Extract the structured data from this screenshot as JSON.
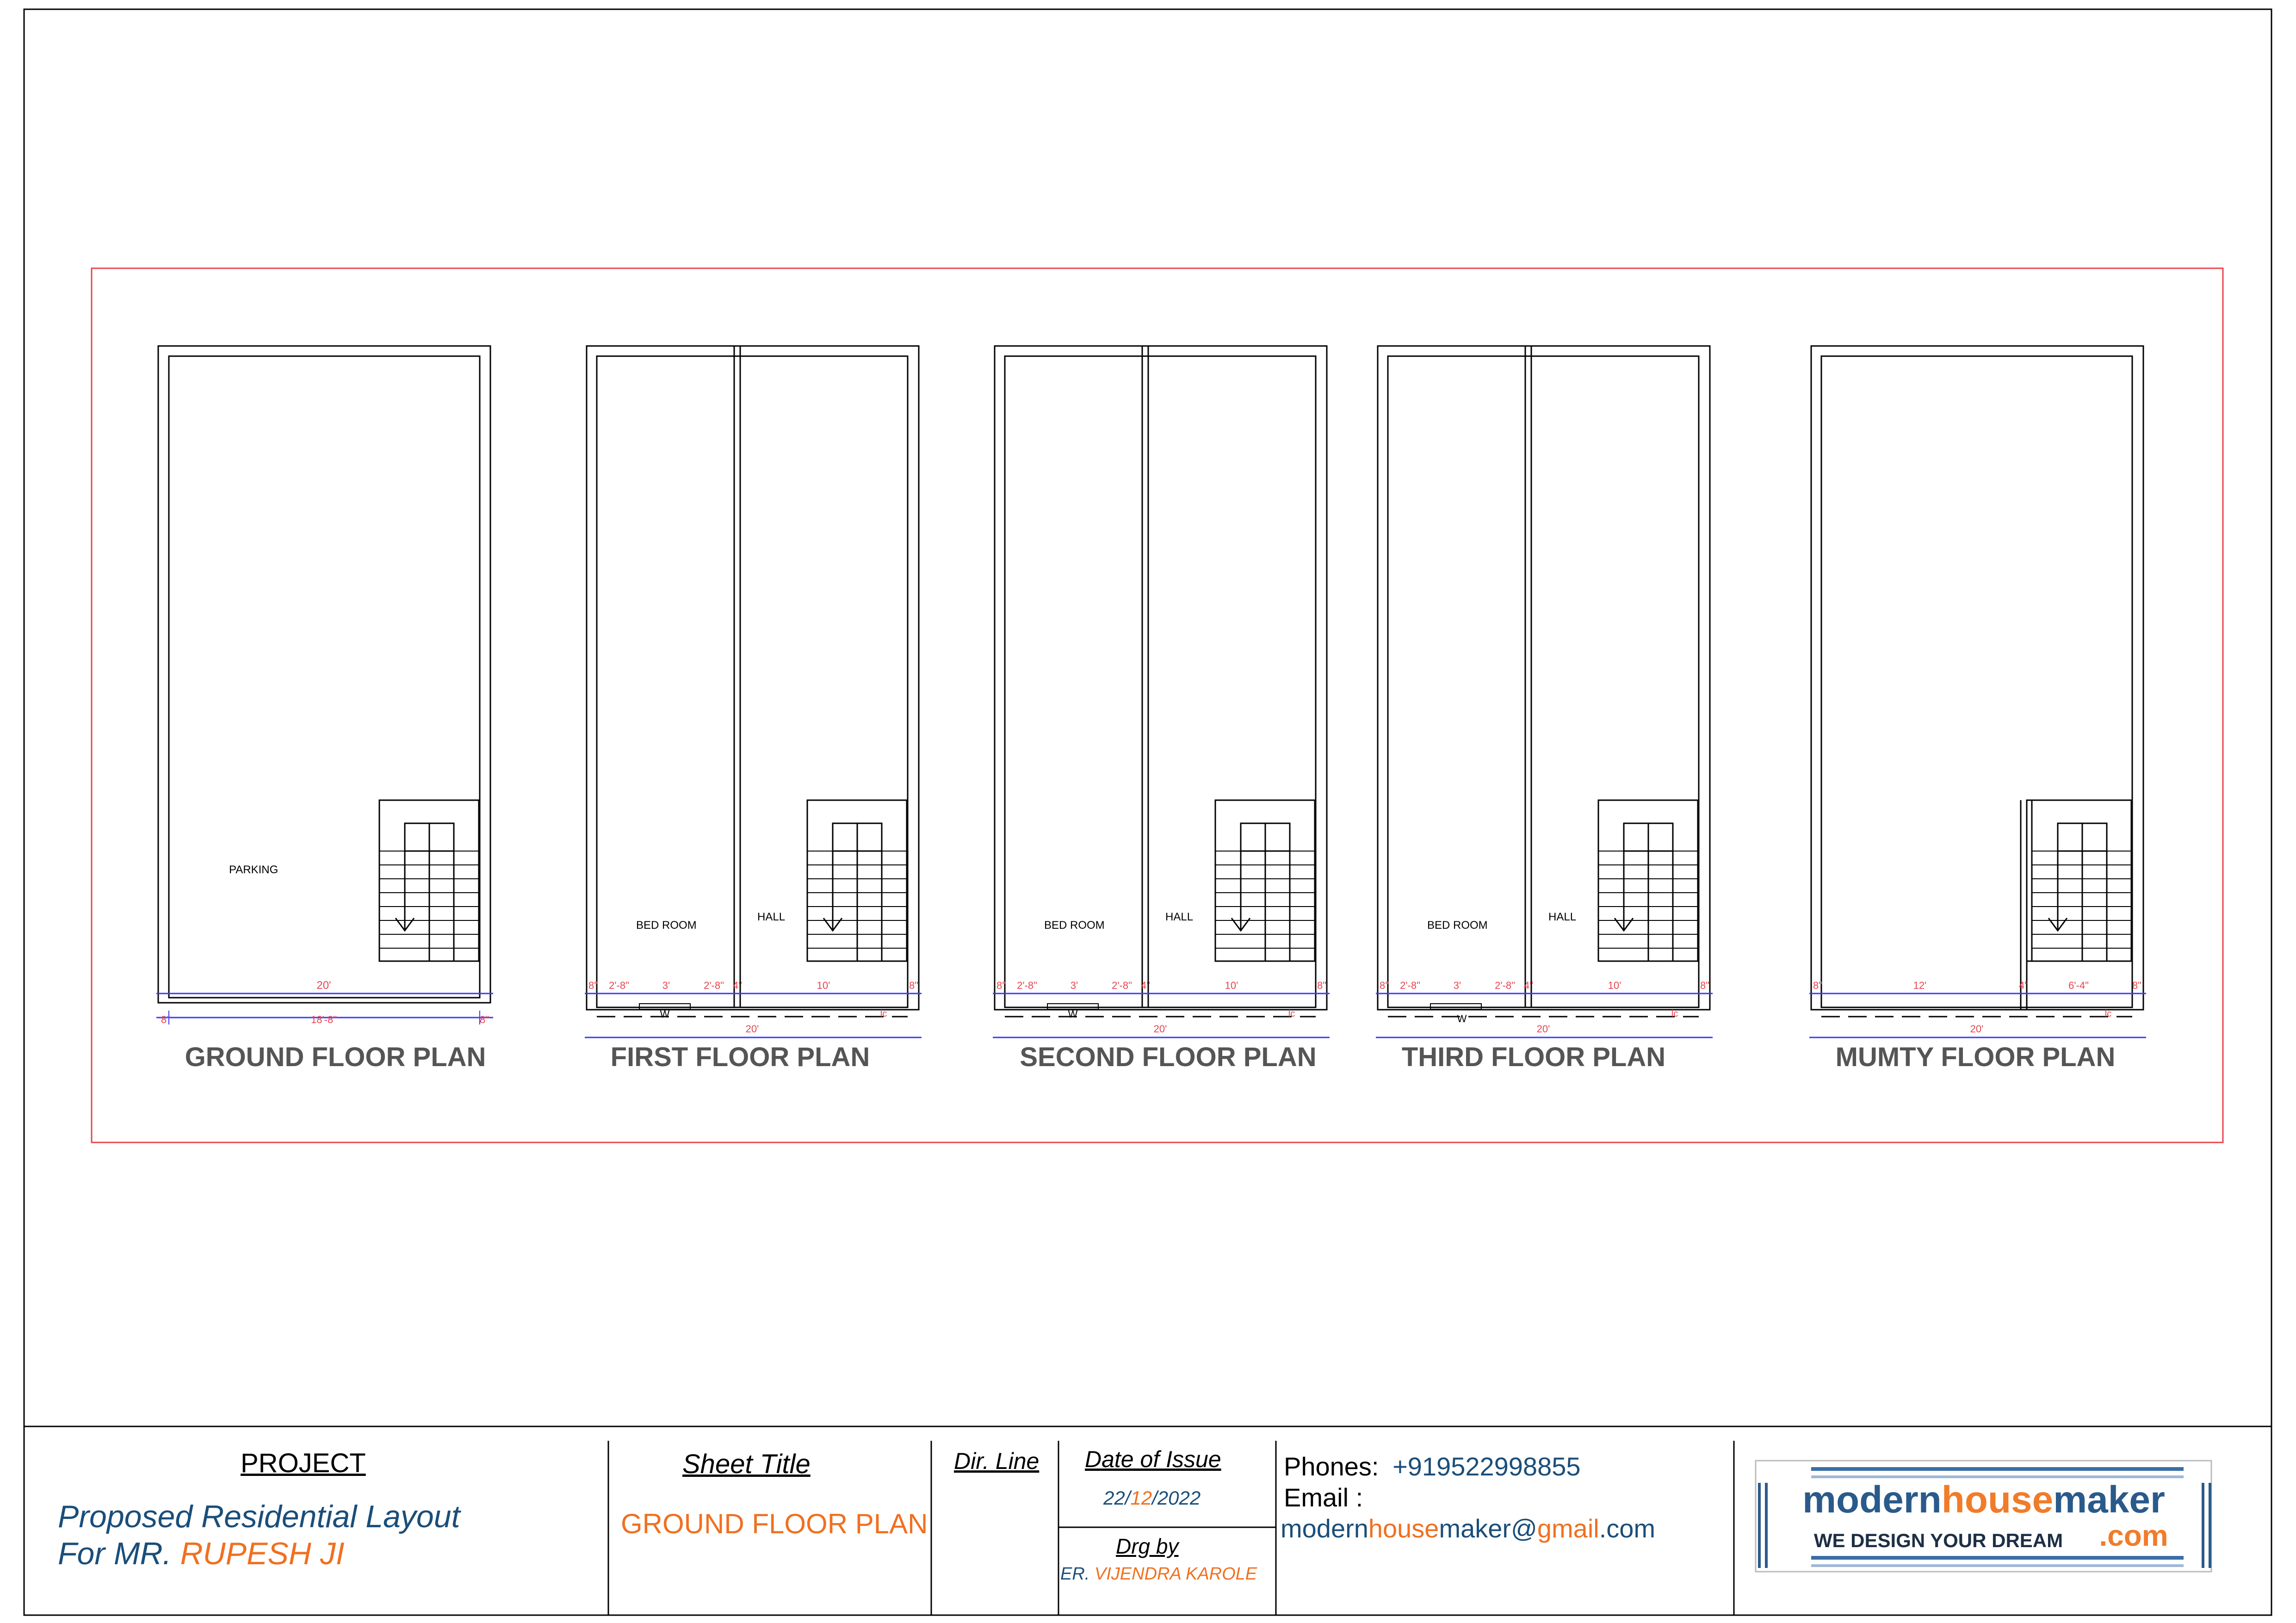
{
  "plans": [
    {
      "title": "GROUND FLOOR PLAN",
      "rooms": [
        {
          "label": "PARKING"
        }
      ],
      "dims_top": [
        "20'"
      ],
      "dims_bottom": [
        "8\"",
        "18'-8\"",
        "8\""
      ]
    },
    {
      "title": "FIRST FLOOR PLAN",
      "rooms": [
        {
          "label": "BED ROOM"
        },
        {
          "label": "HALL"
        }
      ],
      "dims_top": [
        "8\"",
        "2'-8\"",
        "3'",
        "2'-8\"",
        "4\"",
        "10'",
        "8\""
      ],
      "window_label": "W",
      "cut_label": "lc",
      "dims_bottom": [
        "20'"
      ]
    },
    {
      "title": "SECOND FLOOR PLAN",
      "rooms": [
        {
          "label": "BED ROOM"
        },
        {
          "label": "HALL"
        }
      ],
      "dims_top": [
        "8\"",
        "2'-8\"",
        "3'",
        "2'-8\"",
        "4\"",
        "10'",
        "8\""
      ],
      "window_label": "W",
      "cut_label": "lc",
      "dims_bottom": [
        "20'"
      ]
    },
    {
      "title": "THIRD FLOOR PLAN",
      "rooms": [
        {
          "label": "BED ROOM"
        },
        {
          "label": "HALL"
        }
      ],
      "dims_top": [
        "8\"",
        "2'-8\"",
        "3'",
        "2'-8\"",
        "4\"",
        "10'",
        "8\""
      ],
      "window_label": "W",
      "cut_label": "lc",
      "dims_bottom": [
        "20'"
      ]
    },
    {
      "title": "MUMTY FLOOR PLAN",
      "rooms": [],
      "dims_top": [
        "8\"",
        "12'",
        "4\"",
        "6'-4\"",
        "8\""
      ],
      "cut_label": "lc",
      "dims_bottom": [
        "20'"
      ]
    }
  ],
  "title_block": {
    "project_heading": "PROJECT",
    "project_line1": "Proposed Residential Layout",
    "project_line2_prefix": "For MR. ",
    "project_line2_name": "RUPESH JI",
    "sheet_title_heading": "Sheet Title",
    "sheet_title_value": "GROUND FLOOR PLAN",
    "dir_line_heading": "Dir. Line",
    "date_heading": "Date of Issue",
    "date_day": "22",
    "date_sep1": "/",
    "date_month": "12",
    "date_sep2": "/",
    "date_year": "2022",
    "drg_by_heading": "Drg by",
    "drg_by_prefix": "ER. ",
    "drg_by_name": "VIJENDRA KAROLE",
    "phones_label": "Phones:",
    "phones_value": "+919522998855",
    "email_label": "Email :",
    "email_p1": "modern",
    "email_p2": "house",
    "email_p3": "maker@",
    "email_p4": "gmail",
    "email_p5": ".com"
  },
  "logo": {
    "word1": "modern",
    "word2": "house",
    "word3": "maker",
    "tagline": "WE DESIGN YOUR DREAM",
    "suffix": ".com"
  },
  "colors": {
    "line": "#000000",
    "red": "#e8454f",
    "dim_blue": "#3a3aff",
    "text_blue": "#1a4e7a",
    "orange": "#f07020",
    "logo_blue": "#2a5a8a",
    "logo_orange": "#f07c2a",
    "heading_gray": "#555555"
  }
}
